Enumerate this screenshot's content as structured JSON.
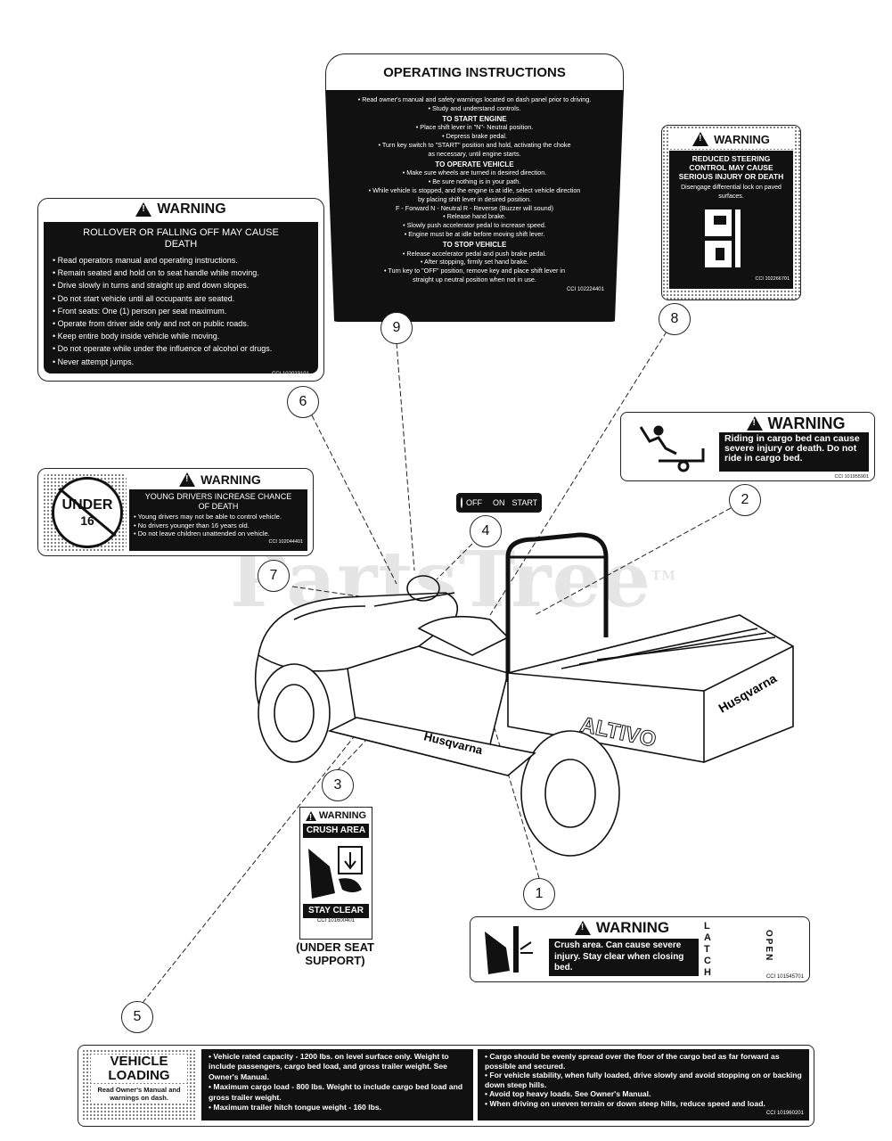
{
  "watermark": {
    "text": "PartsTree",
    "tm": "TM"
  },
  "callouts": [
    "1",
    "2",
    "3",
    "4",
    "5",
    "6",
    "7",
    "8",
    "9"
  ],
  "decal_operating": {
    "title": "OPERATING INSTRUCTIONS",
    "lines": [
      "• Read owner's manual and safety warnings located on dash panel prior to driving.",
      "• Study and understand controls.",
      "TO START ENGINE",
      "• Place shift lever in \"N\"- Neutral position.",
      "• Depress brake pedal.",
      "• Turn key switch to \"START\" position and hold, activating the choke",
      "as necessary, until engine starts.",
      "TO OPERATE VEHICLE",
      "• Make sure wheels are turned in desired direction.",
      "• Be sure nothing is in your path.",
      "• While vehicle is stopped, and the engine is at idle, select vehicle direction",
      "by placing shift lever in desired position.",
      "F - Forward       N - Neutral       R - Reverse (Buzzer will sound)",
      "• Release hand brake.",
      "• Slowly push accelerator pedal to increase speed.",
      "• Engine must be at idle before moving shift lever.",
      "TO STOP VEHICLE",
      "• Release accelerator pedal and push brake pedal.",
      "• After stopping, firmly set hand brake.",
      "• Turn key to \"OFF\" position, remove key and place shift lever in",
      "straight up neutral position when not in use."
    ],
    "code": "CCI 102224401"
  },
  "decal_rollover": {
    "header": "WARNING",
    "title": "ROLLOVER OR FALLING OFF MAY CAUSE DEATH",
    "items": [
      "Read operators manual and operating instructions.",
      "Remain seated and hold on to seat handle while moving.",
      "Drive slowly in turns and straight up and down slopes.",
      "Do not start vehicle until all occupants are seated.",
      "Front seats: One (1) person per seat maximum.",
      "Operate from driver side only and not on public roads.",
      "Keep entire body inside vehicle while moving.",
      "Do not operate while under the influence of alcohol or drugs.",
      "Never attempt jumps."
    ],
    "code": "CCI 102023101"
  },
  "decal_steering": {
    "header": "WARNING",
    "title": "REDUCED STEERING CONTROL MAY CAUSE SERIOUS INJURY OR DEATH",
    "body": "Disengage differential lock on paved surfaces.",
    "code": "CCI 102266701"
  },
  "decal_cargo": {
    "header": "WARNING",
    "body": "Riding in cargo bed can cause severe injury or death. Do not ride in cargo bed.",
    "code": "CCI 101955901"
  },
  "decal_young": {
    "badge_top": "UNDER",
    "badge_num": "16",
    "header": "WARNING",
    "title": "YOUNG DRIVERS INCREASE CHANCE OF DEATH",
    "items": [
      "Young drivers may not be able to control vehicle.",
      "No drivers younger than 16 years old.",
      "Do not leave children unattended on vehicle."
    ],
    "code": "CCI 102044401"
  },
  "decal_key": {
    "off": "OFF",
    "on": "ON",
    "start": "START"
  },
  "decal_crush": {
    "header": "WARNING",
    "title": "CRUSH AREA",
    "footer": "STAY CLEAR",
    "code": "CCI 101600401",
    "note": "(UNDER SEAT SUPPORT)"
  },
  "decal_latch": {
    "header": "WARNING",
    "body": "Crush area. Can cause severe injury. Stay clear when closing bed.",
    "latch": "LATCH",
    "open": "OPEN",
    "code": "CCI 101545701"
  },
  "decal_loading": {
    "title": "VEHICLE LOADING",
    "sub": "Read Owner's Manual and warnings on dash.",
    "col1": [
      "Vehicle rated capacity - 1200 lbs. on level surface only. Weight to include passengers, cargo bed load, and gross trailer weight. See Owner's Manual.",
      "Maximum cargo load - 800 lbs. Weight to include cargo bed load and gross trailer weight.",
      "Maximum trailer hitch tongue weight - 160 lbs."
    ],
    "col2": [
      "Cargo should be evenly spread over the floor of the cargo bed as far forward as possible and secured.",
      "For vehicle stability, when fully loaded, drive slowly and avoid stopping on or backing down steep hills.",
      "Avoid top heavy loads. See Owner's Manual.",
      "When driving on uneven terrain or down steep hills, reduce speed and load."
    ],
    "code": "CCI 101960201"
  },
  "vehicle": {
    "brand_side": "Husqvarna",
    "brand_bed": "Husqvarna",
    "model": "ALTIVO"
  }
}
